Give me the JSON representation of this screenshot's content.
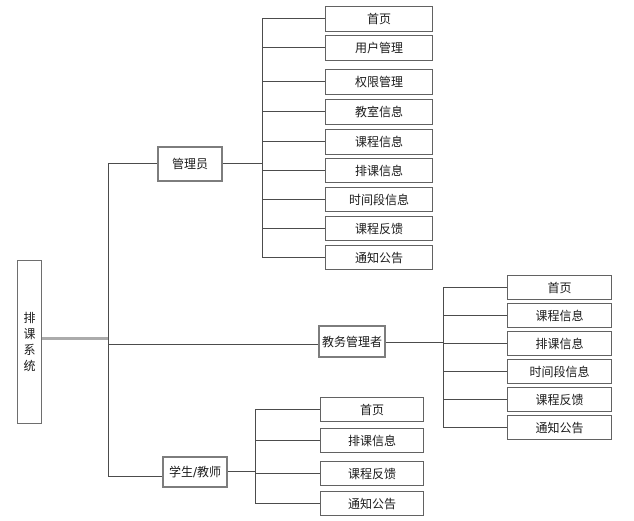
{
  "diagram": {
    "title_node": "排课系统",
    "colors": {
      "background": "#ffffff",
      "line": "#4c4c4c",
      "root_connector": "#ababab",
      "box_border": "#7d7d7d",
      "text": "#1a1a1a"
    },
    "branches": [
      {
        "label": "管理员",
        "children": [
          "首页",
          "用户管理",
          "权限管理",
          "教室信息",
          "课程信息",
          "排课信息",
          "时间段信息",
          "课程反馈",
          "通知公告"
        ]
      },
      {
        "label": "教务管理者",
        "children": [
          "首页",
          "课程信息",
          "排课信息",
          "时间段信息",
          "课程反馈",
          "通知公告"
        ]
      },
      {
        "label": "学生/教师",
        "children": [
          "首页",
          "排课信息",
          "课程反馈",
          "通知公告"
        ]
      }
    ]
  }
}
